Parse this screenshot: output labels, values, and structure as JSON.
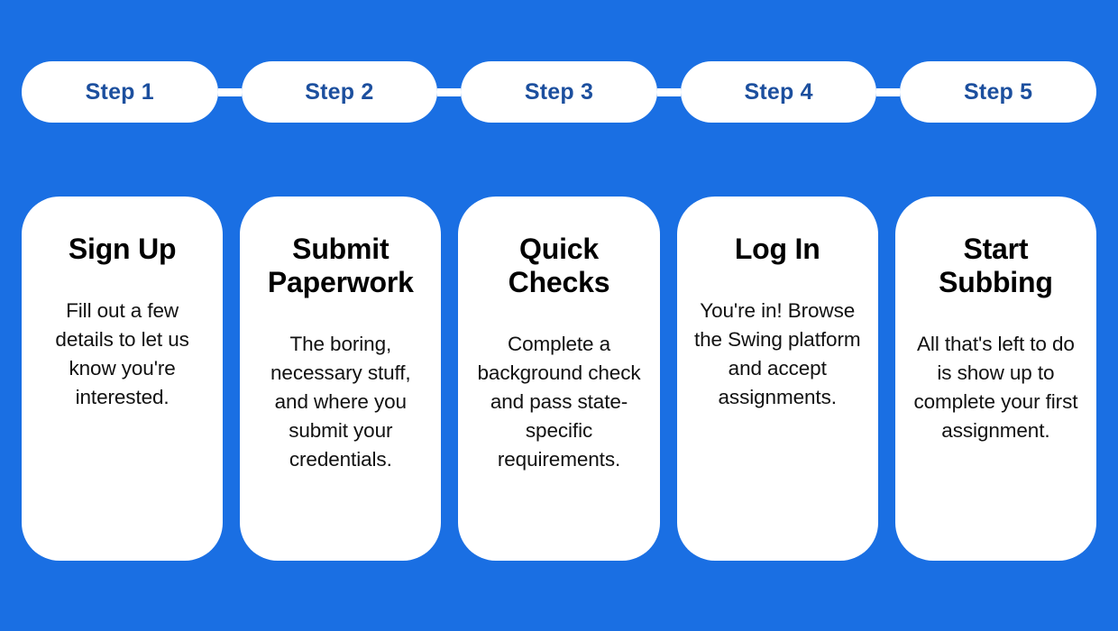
{
  "theme": {
    "background_color": "#1a6fe3",
    "card_color": "#ffffff",
    "step_label_color": "#1c4f9e",
    "title_color": "#000000",
    "body_color": "#111111"
  },
  "steps": [
    {
      "label": "Step 1"
    },
    {
      "label": "Step 2"
    },
    {
      "label": "Step 3"
    },
    {
      "label": "Step 4"
    },
    {
      "label": "Step 5"
    }
  ],
  "cards": [
    {
      "title": "Sign Up",
      "body": "Fill out a few details to let us know you're interested."
    },
    {
      "title": "Submit Paperwork",
      "body": "The boring, necessary stuff, and where you submit your credentials."
    },
    {
      "title": "Quick Checks",
      "body": "Complete a background check and pass state-specific requirements."
    },
    {
      "title": "Log In",
      "body": "You're in! Browse the Swing platform and accept assignments."
    },
    {
      "title": "Start Subbing",
      "body": "All that's left to do is show up to complete your first assignment."
    }
  ]
}
